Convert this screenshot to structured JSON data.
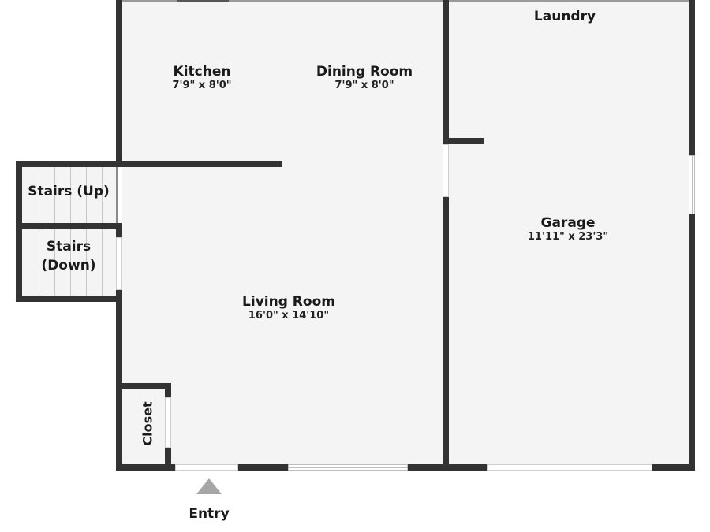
{
  "floor_plan": {
    "rooms": [
      {
        "id": "kitchen",
        "name": "Kitchen",
        "dimensions": "7'9\" x 8'0\""
      },
      {
        "id": "dining",
        "name": "Dining Room",
        "dimensions": "7'9\" x 8'0\""
      },
      {
        "id": "laundry",
        "name": "Laundry"
      },
      {
        "id": "garage",
        "name": "Garage",
        "dimensions": "11'11\" x 23'3\""
      },
      {
        "id": "stairs_up",
        "name": "Stairs (Up)"
      },
      {
        "id": "stairs_down",
        "name": "Stairs\n(Down)",
        "line1": "Stairs",
        "line2": "(Down)"
      },
      {
        "id": "living",
        "name": "Living Room",
        "dimensions": "16'0\" x 14'10\""
      },
      {
        "id": "closet",
        "name": "Closet"
      }
    ],
    "entry": {
      "label": "Entry",
      "marker": "triangle-up"
    },
    "colors": {
      "wall": "#333333",
      "floor": "#f4f4f4",
      "background": "#ffffff",
      "entry_marker": "#a6a6a6"
    }
  }
}
